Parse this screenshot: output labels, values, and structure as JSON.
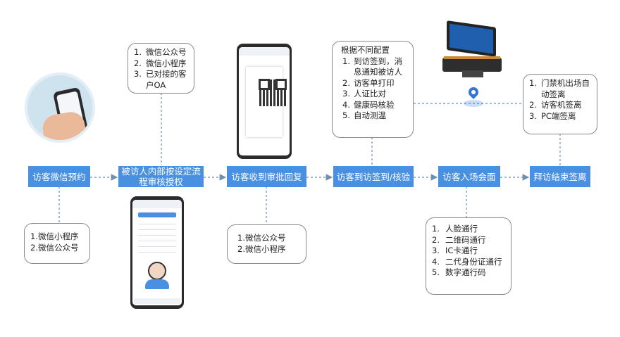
{
  "colors": {
    "step_fill": "#4a90e2",
    "connector": "#6f8fb0",
    "note_border": "#8a8a8a"
  },
  "steps": [
    "访客微信预约",
    "被访人内部按设定流程审核授权",
    "访客收到审批回复",
    "访客到访签到/核验",
    "访客入场会面",
    "拜访结束签离"
  ],
  "notes": {
    "wechat_booking": [
      {
        "num": "1.",
        "text": "微信小程序"
      },
      {
        "num": "2.",
        "text": "微信公众号"
      }
    ],
    "approval": [
      {
        "num": "1.",
        "text": "微信公众号"
      },
      {
        "num": "2.",
        "text": "微信小程序"
      },
      {
        "num": "3.",
        "text": "已对接的客户OA"
      }
    ],
    "reply": [
      {
        "num": "1.",
        "text": "微信公众号"
      },
      {
        "num": "2.",
        "text": "微信小程序"
      }
    ],
    "checkin_title": "根据不同配置",
    "checkin": [
      {
        "num": "1.",
        "text": "到访签到，消息通知被访人"
      },
      {
        "num": "2.",
        "text": "访客单打印"
      },
      {
        "num": "3.",
        "text": "人证比对"
      },
      {
        "num": "4.",
        "text": "健康码核验"
      },
      {
        "num": "5.",
        "text": "自动测温"
      }
    ],
    "entry": [
      {
        "num": "1.",
        "text": "人脸通行"
      },
      {
        "num": "2.",
        "text": "二维码通行"
      },
      {
        "num": "3.",
        "text": "IC卡通行"
      },
      {
        "num": "4.",
        "text": "二代身份证通行"
      },
      {
        "num": "5.",
        "text": "数字通行码"
      }
    ],
    "checkout": [
      {
        "num": "1.",
        "text": "门禁机出场自动签离"
      },
      {
        "num": "2.",
        "text": "访客机签离"
      },
      {
        "num": "3.",
        "text": "PC端签离"
      }
    ]
  }
}
